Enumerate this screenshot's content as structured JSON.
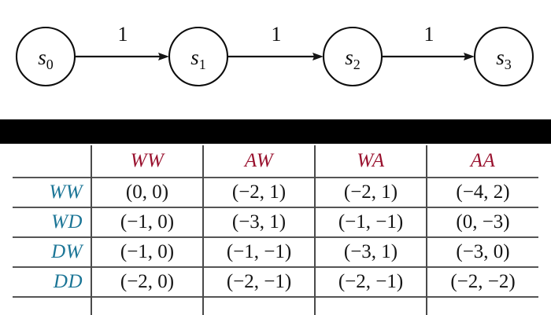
{
  "graph": {
    "nodes": [
      {
        "id": "s0",
        "base": "s",
        "sub": "0"
      },
      {
        "id": "s1",
        "base": "s",
        "sub": "1"
      },
      {
        "id": "s2",
        "base": "s",
        "sub": "2"
      },
      {
        "id": "s3",
        "base": "s",
        "sub": "3"
      }
    ],
    "edges": [
      {
        "from": "s0",
        "to": "s1",
        "label": "1"
      },
      {
        "from": "s1",
        "to": "s2",
        "label": "1"
      },
      {
        "from": "s2",
        "to": "s3",
        "label": "1"
      }
    ],
    "node_color": "#0d0d0d",
    "edge_color": "#151515"
  },
  "matrix": {
    "corner_label": "",
    "column_headers": [
      "WW",
      "AW",
      "WA",
      "AA"
    ],
    "row_headers": [
      "WW",
      "WD",
      "DW",
      "DD"
    ],
    "column_header_color": "#99112e",
    "row_header_color": "#1b7596",
    "rows": [
      {
        "label": "WW",
        "cells": [
          "(0, 0)",
          "(−2, 1)",
          "(−2, 1)",
          "(−4, 2)"
        ]
      },
      {
        "label": "WD",
        "cells": [
          "(−1, 0)",
          "(−3, 1)",
          "(−1, −1)",
          "(0, −3)"
        ]
      },
      {
        "label": "DW",
        "cells": [
          "(−1, 0)",
          "(−1, −1)",
          "(−3, 1)",
          "(−3, 0)"
        ]
      },
      {
        "label": "DD",
        "cells": [
          "(−2, 0)",
          "(−2, −1)",
          "(−2, −1)",
          "(−2, −2)"
        ]
      }
    ]
  },
  "separator": {
    "color": "#000000"
  }
}
